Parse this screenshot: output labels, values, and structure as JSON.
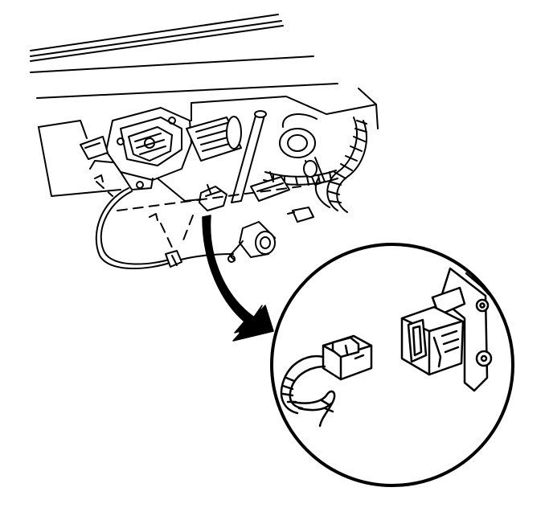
{
  "diagram": {
    "style": "black-and-white line-art technical illustration",
    "colors": {
      "ink": "#000000",
      "paper": "#ffffff"
    },
    "callout": {
      "shape": "circle",
      "pointer": "curved-arrow"
    }
  }
}
